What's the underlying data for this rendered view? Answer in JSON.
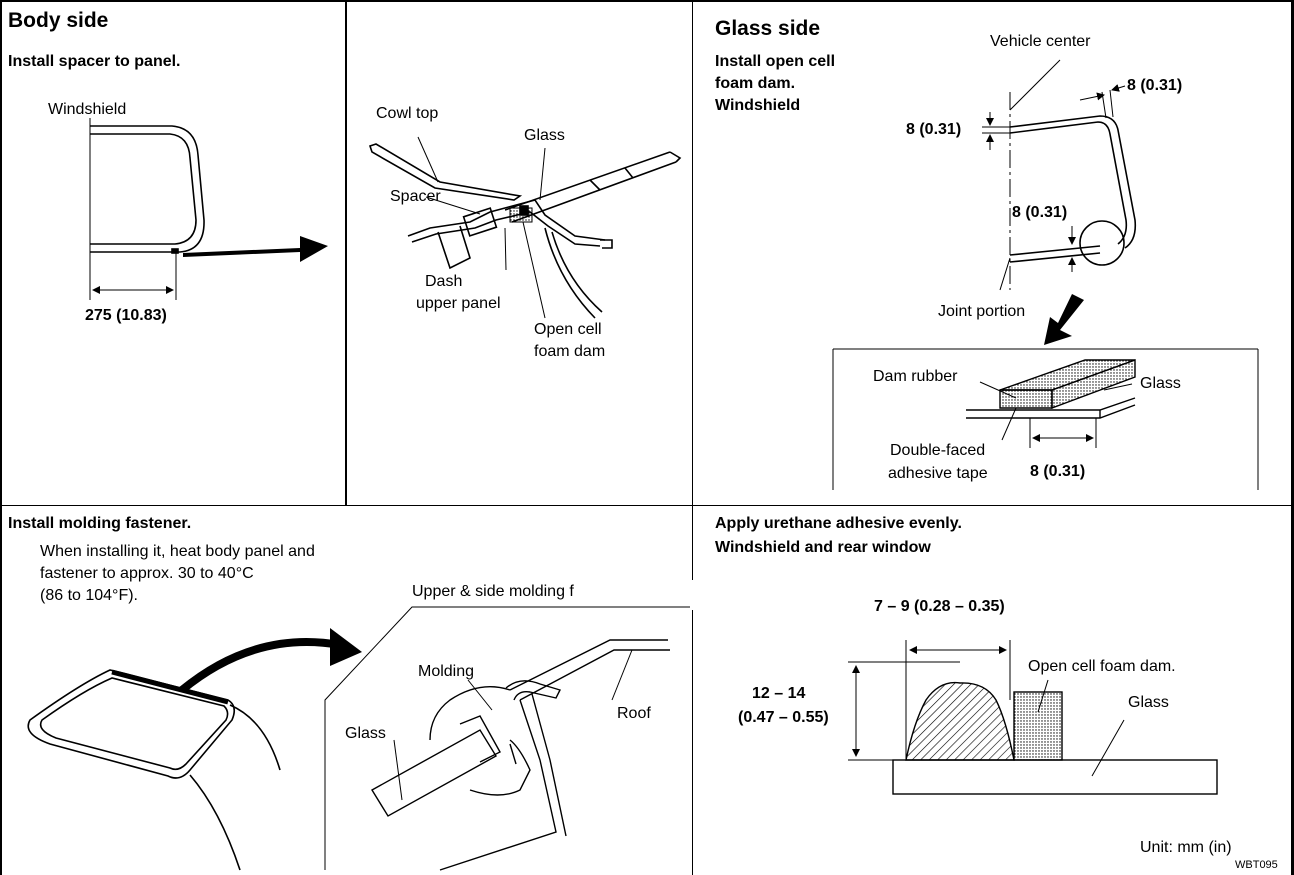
{
  "body_side": {
    "heading": "Body side",
    "instruction": "Install spacer to panel.",
    "windshield_label": "Windshield",
    "dimension": "275 (10.83)"
  },
  "cowl": {
    "cowl_top": "Cowl top",
    "glass": "Glass",
    "spacer": "Spacer",
    "dash_line1": "Dash",
    "dash_line2": "upper panel",
    "foam_line1": "Open cell",
    "foam_line2": "foam dam"
  },
  "glass_side": {
    "heading": "Glass side",
    "instruction_line1": "Install open cell",
    "instruction_line2": "foam dam.",
    "instruction_line3": "Windshield",
    "vehicle_center": "Vehicle center",
    "dim_top_right": "8 (0.31)",
    "dim_top_left": "8 (0.31)",
    "dim_joint": "8 (0.31)",
    "joint_portion": "Joint portion",
    "dam_rubber": "Dam rubber",
    "glass": "Glass",
    "tape_line1": "Double-faced",
    "tape_line2": "adhesive tape",
    "dim_detail": "8 (0.31)"
  },
  "molding": {
    "title": "Install molding fastener.",
    "note_line1": "When installing it, heat body panel and",
    "note_line2": "fastener to approx. 30 to 40°C",
    "note_line3": "(86 to 104°F).",
    "detail_title": "Upper & side molding f",
    "molding": "Molding",
    "roof": "Roof",
    "glass": "Glass"
  },
  "urethane": {
    "title_line1": "Apply urethane adhesive evenly.",
    "title_line2": "Windshield and rear window",
    "width_dim": "7 – 9 (0.28 – 0.35)",
    "height_line1": "12 – 14",
    "height_line2": "(0.47 – 0.55)",
    "foam_dam": "Open cell foam dam.",
    "glass": "Glass",
    "unit": "Unit: mm (in)",
    "code": "WBT095"
  }
}
